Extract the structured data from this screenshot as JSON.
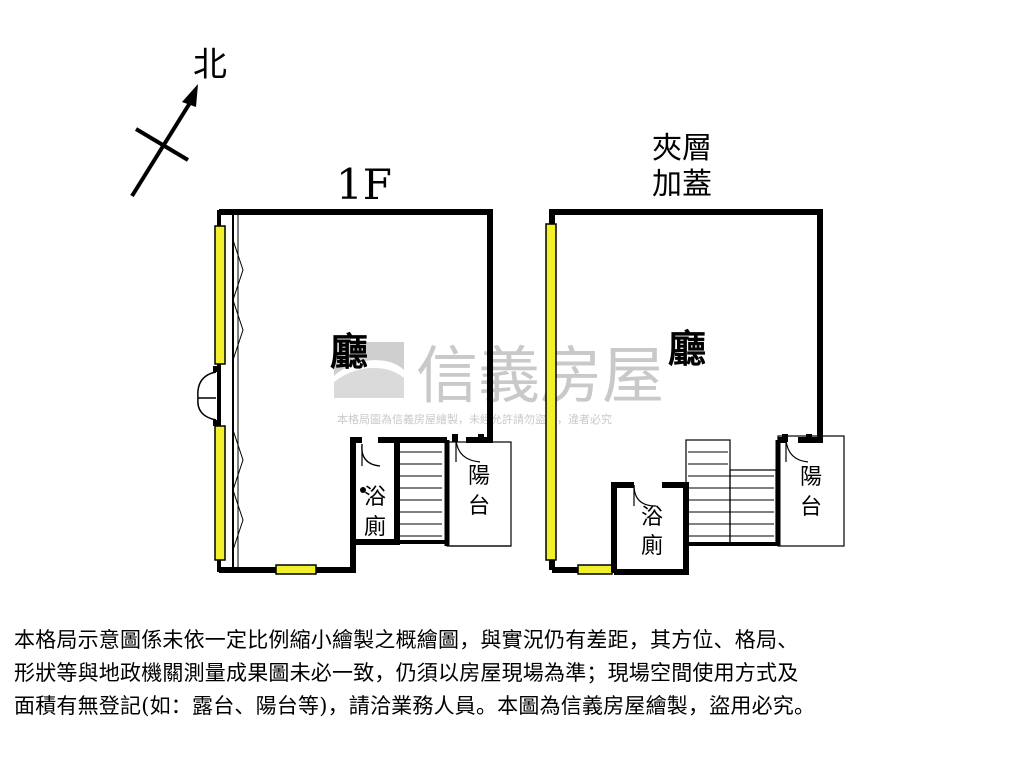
{
  "compass": {
    "north_label": "北"
  },
  "floor_1": {
    "title": "1F",
    "living_room": "廳",
    "bathroom_line1": "浴",
    "bathroom_line2": "廁",
    "balcony_line1": "陽",
    "balcony_line2": "台"
  },
  "mezzanine": {
    "title_line1": "夾層",
    "title_line2": "加蓋",
    "living_room": "廳",
    "bathroom_line1": "浴",
    "bathroom_line2": "廁",
    "balcony_line1": "陽",
    "balcony_line2": "台"
  },
  "watermark": {
    "brand": "信義房屋",
    "notice": "本格局圖為信義房屋繪製，未經允許請勿盜用，違者必究"
  },
  "disclaimer": {
    "line1": "本格局示意圖係未依一定比例縮小繪製之概繪圖，與實況仍有差距，其方位、格局、",
    "line2": "形狀等與地政機關測量成果圖未必一致，仍須以房屋現場為準；現場空間使用方式及",
    "line3": "面積有無登記(如：露台、陽台等)，請洽業務人員。本圖為信義房屋繪製，盜用必究。"
  },
  "colors": {
    "wall": "#000000",
    "window_fill": "#f2ef2c",
    "watermark": "#c9c9c9"
  }
}
